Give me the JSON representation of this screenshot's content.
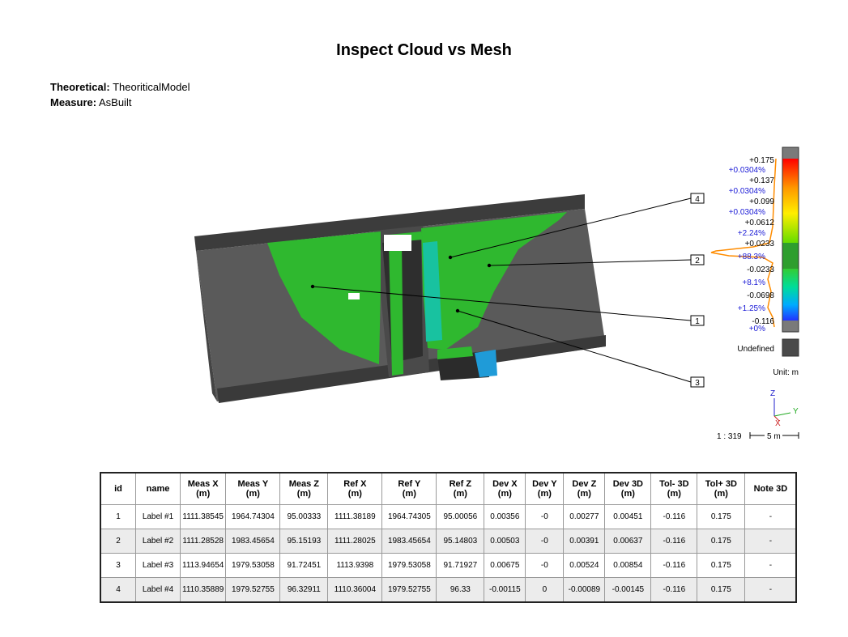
{
  "report": {
    "title": "Inspect Cloud vs Mesh",
    "theoretical_label": "Theoretical:",
    "theoretical_value": "TheoriticalModel",
    "measure_label": "Measure:",
    "measure_value": "AsBuilt"
  },
  "callouts": [
    "1",
    "2",
    "3",
    "4"
  ],
  "legend": {
    "values": [
      "+0.175",
      "+0.137",
      "+0.099",
      "+0.0612",
      "+0.0233",
      "-0.0233",
      "-0.0698",
      "-0.116"
    ],
    "percents": [
      "+0.0304%",
      "+0.0304%",
      "+0.0304%",
      "+2.24%",
      "+88.3%",
      "+8.1%",
      "+1.25%",
      "+0%"
    ],
    "undefined_label": "Undefined",
    "unit": "Unit: m",
    "scale": "1 : 319",
    "scale_bar": "5 m",
    "axes": {
      "z": "Z",
      "y": "Y",
      "x": "X"
    },
    "colors": {
      "green": "#2fb82f",
      "dark_gray": "#4a4a4a",
      "histogram": "#ff8c00"
    }
  },
  "table": {
    "headers": [
      [
        "id",
        ""
      ],
      [
        "name",
        ""
      ],
      [
        "Meas X",
        "(m)"
      ],
      [
        "Meas Y",
        "(m)"
      ],
      [
        "Meas Z",
        "(m)"
      ],
      [
        "Ref X",
        "(m)"
      ],
      [
        "Ref Y",
        "(m)"
      ],
      [
        "Ref Z",
        "(m)"
      ],
      [
        "Dev X",
        "(m)"
      ],
      [
        "Dev Y",
        "(m)"
      ],
      [
        "Dev Z",
        "(m)"
      ],
      [
        "Dev 3D",
        "(m)"
      ],
      [
        "Tol- 3D",
        "(m)"
      ],
      [
        "Tol+ 3D",
        "(m)"
      ],
      [
        "Note 3D",
        ""
      ]
    ],
    "rows": [
      [
        "1",
        "Label #1",
        "1111.38545",
        "1964.74304",
        "95.00333",
        "1111.38189",
        "1964.74305",
        "95.00056",
        "0.00356",
        "-0",
        "0.00277",
        "0.00451",
        "-0.116",
        "0.175",
        "-"
      ],
      [
        "2",
        "Label #2",
        "1111.28528",
        "1983.45654",
        "95.15193",
        "1111.28025",
        "1983.45654",
        "95.14803",
        "0.00503",
        "-0",
        "0.00391",
        "0.00637",
        "-0.116",
        "0.175",
        "-"
      ],
      [
        "3",
        "Label #3",
        "1113.94654",
        "1979.53058",
        "91.72451",
        "1113.9398",
        "1979.53058",
        "91.71927",
        "0.00675",
        "-0",
        "0.00524",
        "0.00854",
        "-0.116",
        "0.175",
        "-"
      ],
      [
        "4",
        "Label #4",
        "1110.35889",
        "1979.52755",
        "96.32911",
        "1110.36004",
        "1979.52755",
        "96.33",
        "-0.00115",
        "0",
        "-0.00089",
        "-0.00145",
        "-0.116",
        "0.175",
        "-"
      ]
    ]
  }
}
